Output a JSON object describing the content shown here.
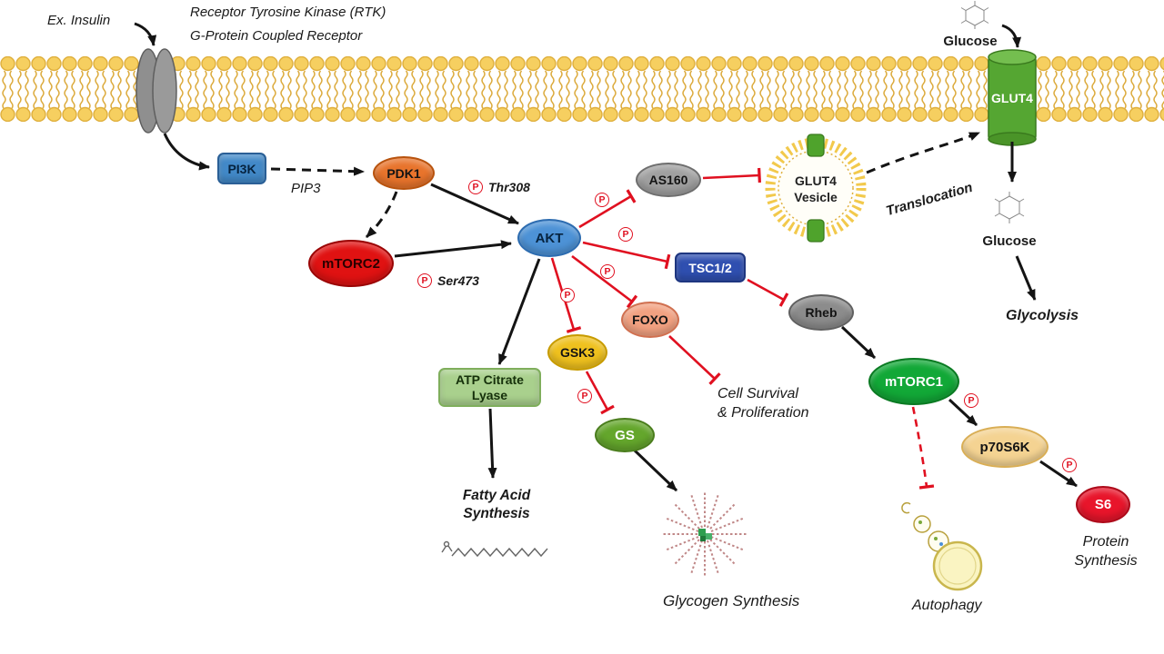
{
  "title": "Insulin / PI3K-AKT signaling pathway diagram",
  "labels": {
    "ex_insulin": "Ex. Insulin",
    "receptor_line1": "Receptor Tyrosine Kinase (RTK)",
    "receptor_line2": "G-Protein Coupled Receptor",
    "pip3": "PIP3",
    "thr308": "Thr308",
    "ser473": "Ser473",
    "translocation": "Translocation",
    "glucose": "Glucose",
    "glycolysis": "Glycolysis",
    "cell_survival_line1": "Cell Survival",
    "cell_survival_line2": "& Proliferation",
    "fatty_acid_line1": "Fatty Acid",
    "fatty_acid_line2": "Synthesis",
    "glycogen_synthesis": "Glycogen Synthesis",
    "autophagy": "Autophagy",
    "protein_line1": "Protein",
    "protein_line2": "Synthesis",
    "phospho": "P"
  },
  "nodes": {
    "pi3k": "PI3K",
    "pdk1": "PDK1",
    "mtorc2": "mTORC2",
    "akt": "AKT",
    "as160": "AS160",
    "vesicle_line1": "GLUT4",
    "vesicle_line2": "Vesicle",
    "glut4": "GLUT4",
    "tsc12": "TSC1/2",
    "rheb": "Rheb",
    "mtorc1": "mTORC1",
    "p70s6k": "p70S6K",
    "s6": "S6",
    "foxo": "FOXO",
    "gsk3": "GSK3",
    "gs": "GS",
    "acl_line1": "ATP Citrate",
    "acl_line2": "Lyase"
  },
  "colors": {
    "membrane": "#F6CF60",
    "inhibition": "#E01020",
    "activation": "#141414"
  }
}
